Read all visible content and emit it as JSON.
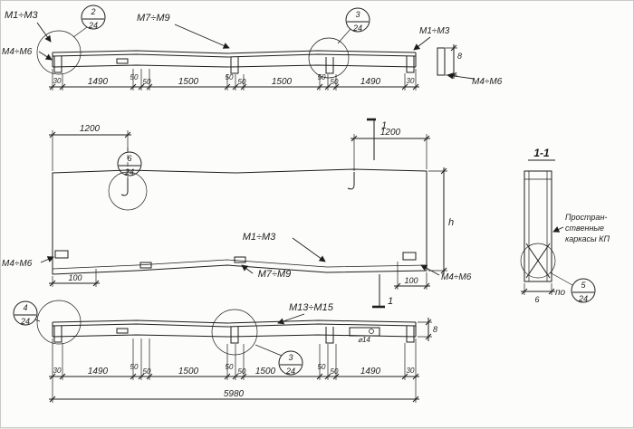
{
  "colors": {
    "ink": "#1d1d1f",
    "bg": "#fcfcfa"
  },
  "top_view": {
    "callout_2": {
      "num": "2",
      "den": "24"
    },
    "callout_3": {
      "num": "3",
      "den": "24"
    },
    "mark_m1m3_left": "М1÷М3",
    "mark_m7m9": "М7÷М9",
    "mark_m1m3_right": "М1÷М3",
    "mark_m4m6_left": "М4÷М6",
    "mark_m4m6_right": "М4÷М6",
    "thickness_dim": "8",
    "dims": [
      "30",
      "1490",
      "50",
      "50",
      "1500",
      "50",
      "50",
      "1500",
      "50",
      "50",
      "1490",
      "30"
    ]
  },
  "plan_view": {
    "dim_1200_left": "1200",
    "dim_1200_right": "1200",
    "section_mark": "1",
    "callout_6": {
      "num": "6",
      "den": "24"
    },
    "mark_m1m3": "М1÷М3",
    "mark_m7m9": "М7÷М9",
    "mark_m4m6_left": "М4÷М6",
    "mark_m4m6_right": "М4÷М6",
    "dim_100_left": "100",
    "dim_100_right": "100",
    "height_dim": "h"
  },
  "section_view": {
    "title": "1-1",
    "note_line1": "Простран-",
    "note_line2": "ственные",
    "note_line3": "каркасы КП",
    "po_label": "по",
    "callout_5": {
      "num": "5",
      "den": "24"
    },
    "width_dim": "6"
  },
  "bottom_view": {
    "callout_4": {
      "num": "4",
      "den": "24"
    },
    "callout_3": {
      "num": "3",
      "den": "24"
    },
    "mark_m13m15": "М13÷М15",
    "plate_label": "⌀14",
    "thickness_dim": "8",
    "overall_dim": "5980",
    "dims": [
      "30",
      "1490",
      "50",
      "50",
      "1500",
      "50",
      "50",
      "1500",
      "50",
      "50",
      "1490",
      "30"
    ]
  }
}
